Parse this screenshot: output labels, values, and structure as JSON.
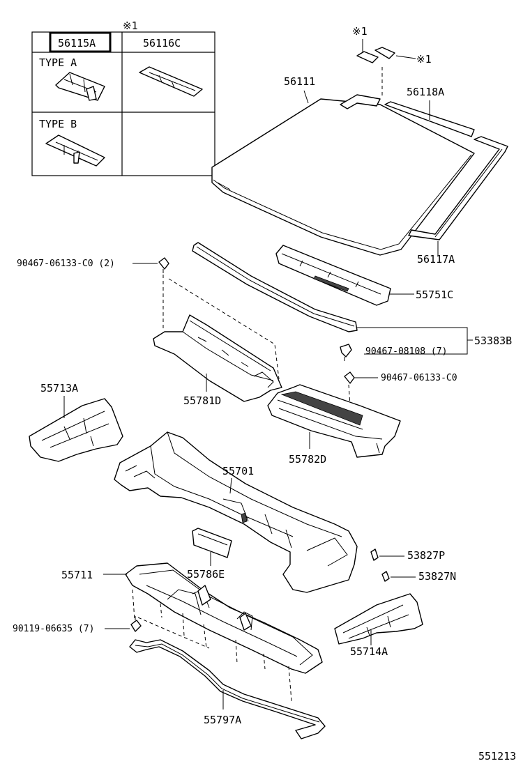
{
  "table": {
    "note_mark": "※1",
    "col1_header": "56115A",
    "col2_header": "56116C",
    "type_a": "TYPE A",
    "type_b": "TYPE B"
  },
  "labels": {
    "clip_note_top": "※1",
    "clip_note_right": "※1",
    "p56111": "56111",
    "p56118A": "56118A",
    "p56117A": "56117A",
    "p55751C": "55751C",
    "p53383B": "53383B",
    "p90467_08108": "90467-08108 (7)",
    "p90467_06133_top": "90467-06133-C0 (2)",
    "p90467_06133_mid": "90467-06133-C0",
    "p55713A": "55713A",
    "p55781D": "55781D",
    "p55782D": "55782D",
    "p55701": "55701",
    "p53827P": "53827P",
    "p53827N": "53827N",
    "p55711": "55711",
    "p55786E": "55786E",
    "p90119_06635": "90119-06635 (7)",
    "p55714A": "55714A",
    "p55797A": "55797A",
    "diagram_id": "551213"
  }
}
